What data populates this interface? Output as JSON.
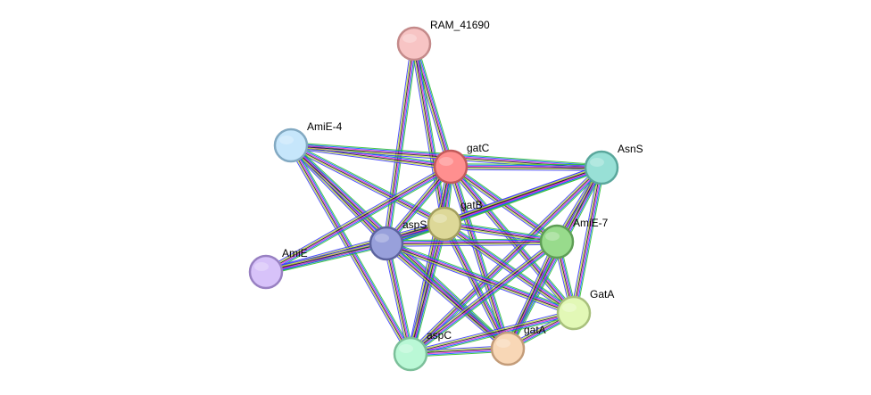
{
  "network": {
    "nodes": [
      {
        "id": "RAM_41690",
        "label": "RAM_41690",
        "fill": "#f7c4c4",
        "stroke": "#c48a8a"
      },
      {
        "id": "AmiE-4",
        "label": "AmiE-4",
        "fill": "#c6e6fb",
        "stroke": "#82a9c2"
      },
      {
        "id": "gatC",
        "label": "gatC",
        "fill": "#ff8f8f",
        "stroke": "#c25a5a"
      },
      {
        "id": "AsnS",
        "label": "AsnS",
        "fill": "#98e0d6",
        "stroke": "#5aa79c"
      },
      {
        "id": "gatB",
        "label": "gatB",
        "fill": "#ddd898",
        "stroke": "#a29e5e"
      },
      {
        "id": "aspS",
        "label": "aspS",
        "fill": "#98a0db",
        "stroke": "#5c639e"
      },
      {
        "id": "AmiE-7",
        "label": "AmiE-7",
        "fill": "#98db8c",
        "stroke": "#5e9e55"
      },
      {
        "id": "AmiE",
        "label": "AmiE",
        "fill": "#d7c2f9",
        "stroke": "#9880c2"
      },
      {
        "id": "GatA",
        "label": "GatA",
        "fill": "#e2f8b6",
        "stroke": "#a8c07c"
      },
      {
        "id": "gatA",
        "label": "gatA",
        "fill": "#f8d7b6",
        "stroke": "#c39c79"
      },
      {
        "id": "aspC",
        "label": "aspC",
        "fill": "#baf8d6",
        "stroke": "#7bbf99"
      }
    ],
    "edges": [
      {
        "source": "RAM_41690",
        "target": "gatC"
      },
      {
        "source": "RAM_41690",
        "target": "gatB"
      },
      {
        "source": "RAM_41690",
        "target": "aspS"
      },
      {
        "source": "AmiE-4",
        "target": "gatC"
      },
      {
        "source": "AmiE-4",
        "target": "gatB"
      },
      {
        "source": "AmiE-4",
        "target": "aspS"
      },
      {
        "source": "AmiE-4",
        "target": "AsnS"
      },
      {
        "source": "AmiE-4",
        "target": "gatA"
      },
      {
        "source": "AmiE-4",
        "target": "aspC"
      },
      {
        "source": "gatC",
        "target": "AsnS"
      },
      {
        "source": "gatC",
        "target": "gatB"
      },
      {
        "source": "gatC",
        "target": "aspS"
      },
      {
        "source": "gatC",
        "target": "AmiE-7"
      },
      {
        "source": "gatC",
        "target": "GatA"
      },
      {
        "source": "gatC",
        "target": "gatA"
      },
      {
        "source": "gatC",
        "target": "aspC"
      },
      {
        "source": "gatC",
        "target": "AmiE"
      },
      {
        "source": "AsnS",
        "target": "gatB"
      },
      {
        "source": "AsnS",
        "target": "aspS"
      },
      {
        "source": "AsnS",
        "target": "AmiE-7"
      },
      {
        "source": "AsnS",
        "target": "GatA"
      },
      {
        "source": "AsnS",
        "target": "gatA"
      },
      {
        "source": "AsnS",
        "target": "aspC"
      },
      {
        "source": "gatB",
        "target": "aspS"
      },
      {
        "source": "gatB",
        "target": "AmiE-7"
      },
      {
        "source": "gatB",
        "target": "GatA"
      },
      {
        "source": "gatB",
        "target": "gatA"
      },
      {
        "source": "gatB",
        "target": "aspC"
      },
      {
        "source": "gatB",
        "target": "AmiE"
      },
      {
        "source": "aspS",
        "target": "AmiE-7"
      },
      {
        "source": "aspS",
        "target": "AmiE"
      },
      {
        "source": "aspS",
        "target": "GatA"
      },
      {
        "source": "aspS",
        "target": "gatA"
      },
      {
        "source": "aspS",
        "target": "aspC"
      },
      {
        "source": "AmiE-7",
        "target": "GatA"
      },
      {
        "source": "AmiE-7",
        "target": "gatA"
      },
      {
        "source": "AmiE-7",
        "target": "aspC"
      },
      {
        "source": "GatA",
        "target": "gatA"
      },
      {
        "source": "GatA",
        "target": "aspC"
      },
      {
        "source": "gatA",
        "target": "aspC"
      }
    ],
    "edge_colors": [
      "#33c033",
      "#0a60ff",
      "#e01fd8",
      "#222222",
      "#c4dc3a",
      "#3b3bff"
    ]
  }
}
